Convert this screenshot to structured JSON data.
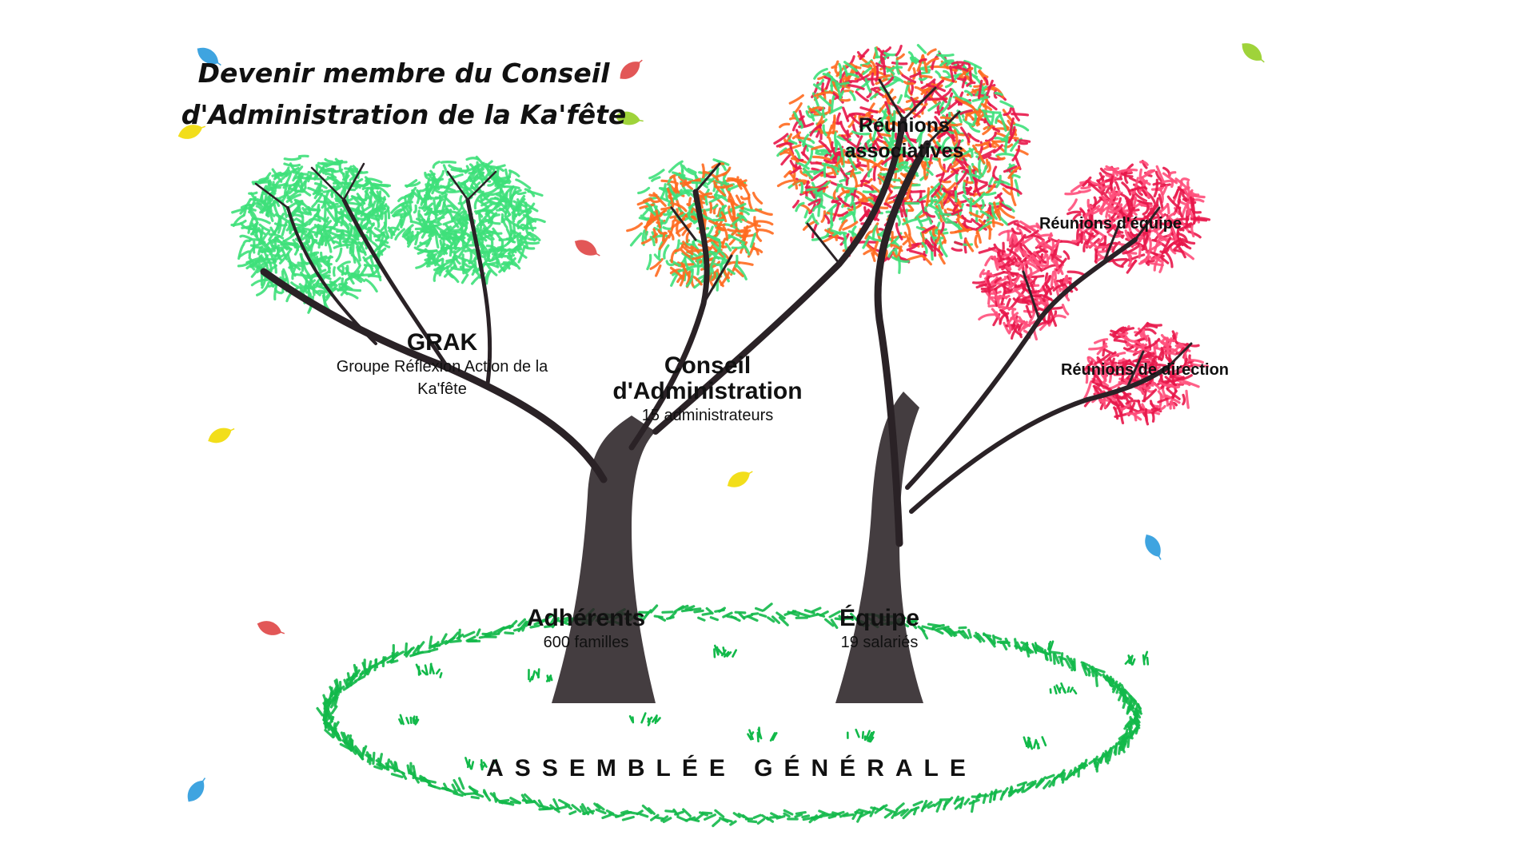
{
  "title": {
    "line1": "Devenir membre du Conseil",
    "line2": "d'Administration de la Ka'fête"
  },
  "labels": {
    "grak": {
      "name": "GRAK",
      "desc_line1": "Groupe Réflexion Action de la",
      "desc_line2": "Ka'fête"
    },
    "conseil": {
      "name_line1": "Conseil",
      "name_line2": "d'Administration",
      "count": "15 administrateurs"
    },
    "reunions_associatives": {
      "line1": "Réunions",
      "line2": "associatives"
    },
    "reunions_equipe": "Réunions d'équipe",
    "reunions_direction": "Réunions de direction",
    "adherents": {
      "name": "Adhérents",
      "count": "600 familles"
    },
    "equipe": {
      "name": "Équipe",
      "count": "19 salariés"
    },
    "assemblee": "ASSEMBLÉE GÉNÉRALE"
  },
  "colors": {
    "foliage_green": "#3ee07a",
    "foliage_orange": "#ff6a1f",
    "foliage_red": "#e8174a",
    "foliage_pink": "#ff4f7b",
    "grass_green": "#12b94a",
    "trunk": "#2a2226",
    "leaf_blue": "#3fa4e0",
    "leaf_red": "#e25757",
    "leaf_yellow": "#f2de1b",
    "leaf_lime": "#9fd33a"
  }
}
